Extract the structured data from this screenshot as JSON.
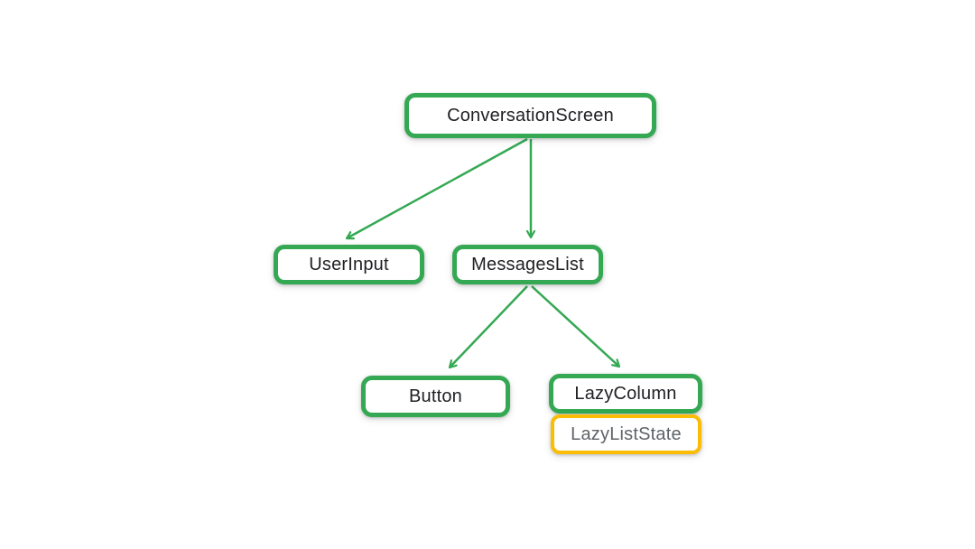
{
  "colors": {
    "node_green_border": "#34A853",
    "node_yellow_border": "#FBBC04",
    "node_text_dark": "#202124",
    "node_text_gray": "#5F6368",
    "edge_green": "#34A853",
    "background": "#FFFFFF"
  },
  "diagram": {
    "type": "tree",
    "nodes": {
      "conversation_screen": {
        "label": "ConversationScreen",
        "border_color": "#34A853"
      },
      "user_input": {
        "label": "UserInput",
        "border_color": "#34A853"
      },
      "messages_list": {
        "label": "MessagesList",
        "border_color": "#34A853"
      },
      "button": {
        "label": "Button",
        "border_color": "#34A853"
      },
      "lazy_column": {
        "label": "LazyColumn",
        "border_color": "#34A853"
      },
      "lazy_list_state": {
        "label": "LazyListState",
        "border_color": "#FBBC04",
        "text_color": "#5F6368"
      }
    },
    "edges": [
      {
        "from": "ConversationScreen",
        "to": "UserInput"
      },
      {
        "from": "ConversationScreen",
        "to": "MessagesList"
      },
      {
        "from": "MessagesList",
        "to": "Button"
      },
      {
        "from": "MessagesList",
        "to": "LazyColumn"
      }
    ],
    "attachments": [
      {
        "parent": "LazyColumn",
        "child": "LazyListState"
      }
    ]
  }
}
